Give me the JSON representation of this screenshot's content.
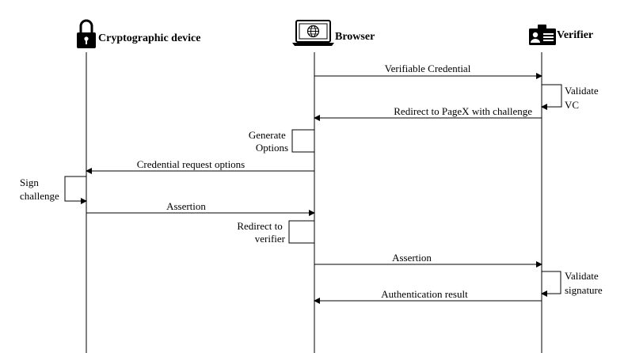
{
  "actors": {
    "device": {
      "label": "Cryptographic device",
      "icon": "padlock-icon"
    },
    "browser": {
      "label": "Browser",
      "icon": "laptop-globe-icon"
    },
    "verifier": {
      "label": "Verifier",
      "icon": "id-card-icon"
    }
  },
  "messages": [
    {
      "from": "browser",
      "to": "verifier",
      "label": "Verifiable Credential"
    },
    {
      "from": "verifier",
      "to": "browser",
      "label": "Redirect to PageX with challenge"
    },
    {
      "from": "browser",
      "to": "device",
      "label": "Credential request options"
    },
    {
      "from": "device",
      "to": "browser",
      "label": "Assertion"
    },
    {
      "from": "browser",
      "to": "verifier",
      "label": "Assertion"
    },
    {
      "from": "verifier",
      "to": "browser",
      "label": "Authentication result"
    }
  ],
  "self_notes": [
    {
      "actor": "verifier",
      "lines": [
        "Validate",
        "VC"
      ]
    },
    {
      "actor": "browser",
      "lines": [
        "Generate",
        "Options"
      ]
    },
    {
      "actor": "device",
      "lines": [
        "Sign",
        "challenge"
      ]
    },
    {
      "actor": "browser",
      "lines": [
        "Redirect to",
        "verifier"
      ]
    },
    {
      "actor": "verifier",
      "lines": [
        "Validate",
        "signature"
      ]
    }
  ]
}
